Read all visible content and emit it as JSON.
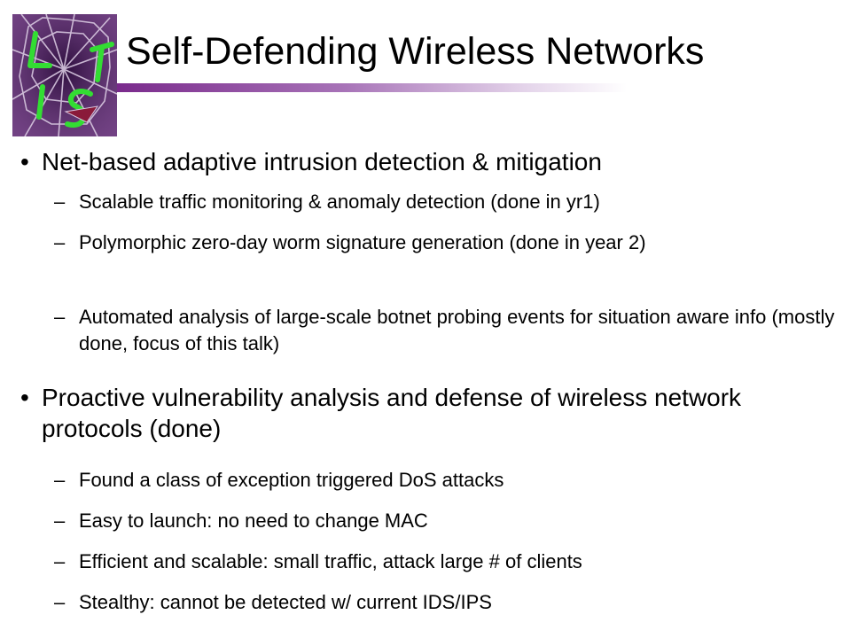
{
  "slide": {
    "title": "Self-Defending Wireless Networks",
    "logo_icon": "lis-cracked-glass-logo",
    "colors": {
      "accent": "#7a2a8c",
      "logo_bg": "#5a2a6e",
      "logo_letters": "#33dd33"
    },
    "bullets": [
      {
        "text": "Net-based adaptive intrusion detection & mitigation",
        "sub": [
          "Scalable traffic monitoring & anomaly detection (done in yr1)",
          "Polymorphic zero-day worm signature generation (done in year 2)",
          "Automated analysis of large-scale botnet probing events for situation aware info (mostly done, focus of this talk)"
        ]
      },
      {
        "text": "Proactive vulnerability analysis and defense of wireless network protocols (done)",
        "sub": [
          "Found a class of exception triggered DoS attacks",
          "Easy to launch: no need to change MAC",
          "Efficient and scalable: small traffic, attack large # of clients",
          "Stealthy: cannot be detected w/ current IDS/IPS"
        ]
      }
    ]
  }
}
